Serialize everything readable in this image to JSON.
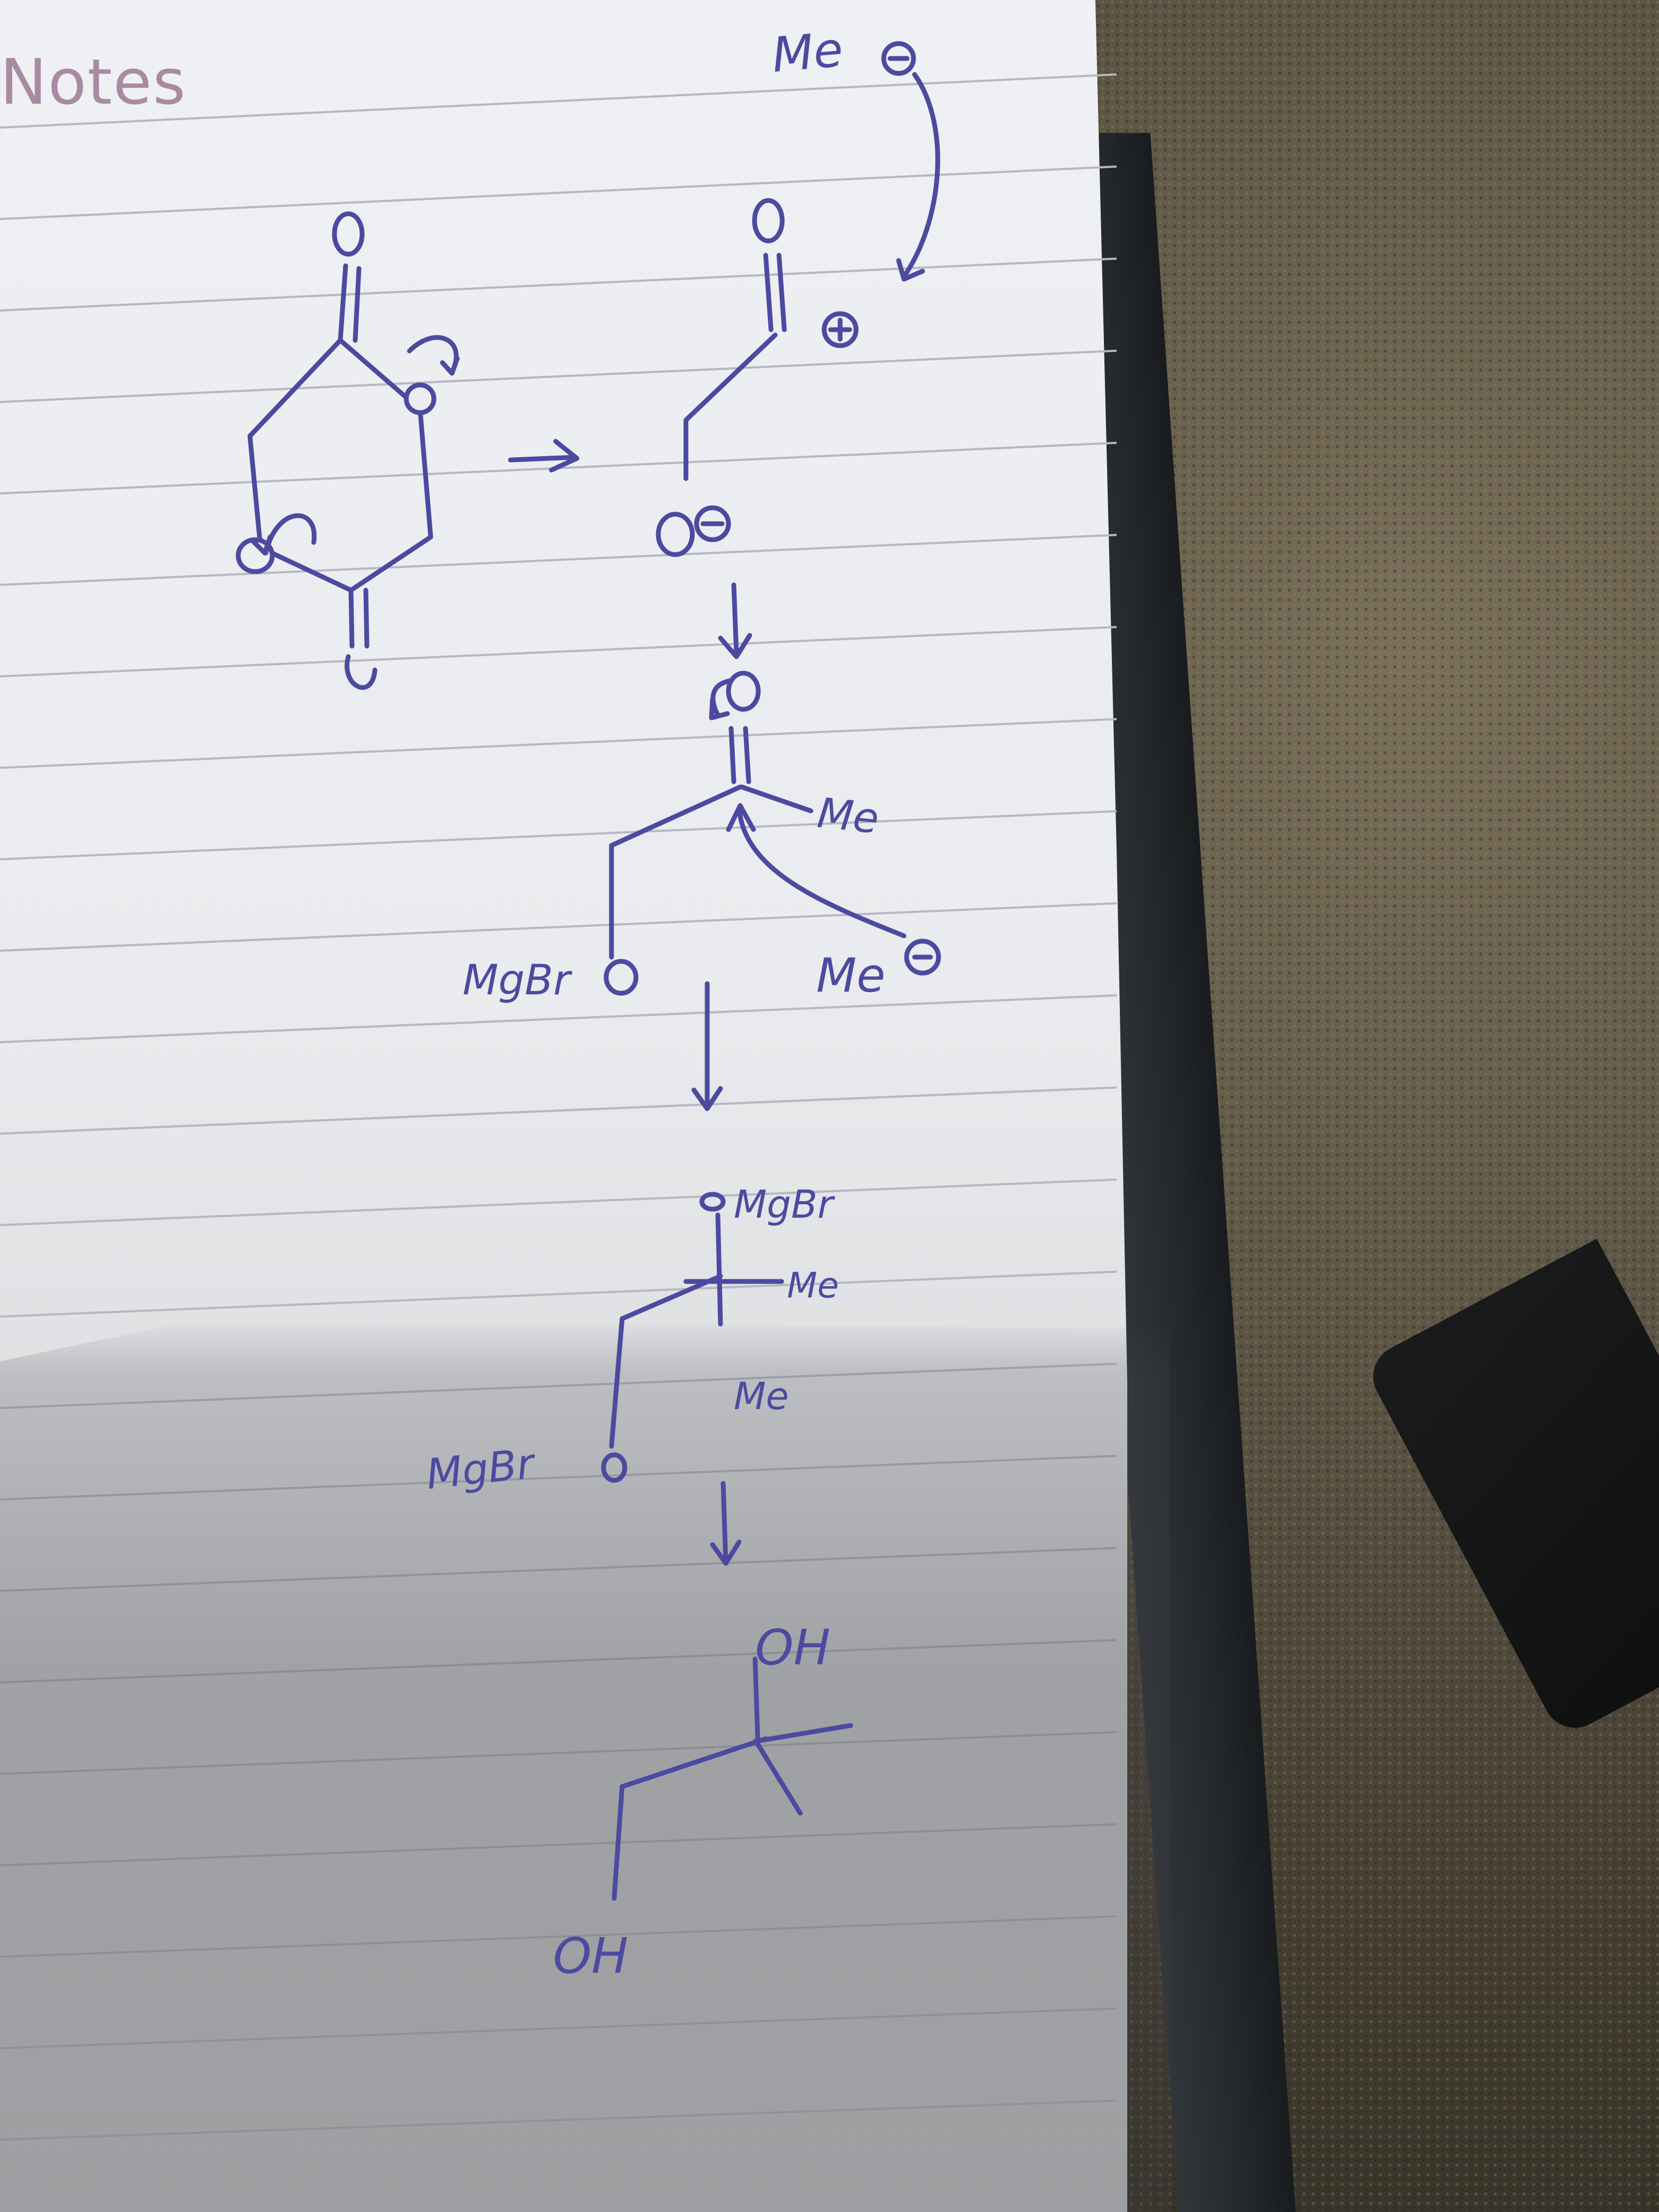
{
  "header": {
    "notes_label": "Notes"
  },
  "colors": {
    "ink": "#4c4aa0",
    "paper": "#eceef2",
    "rule_lines": "#b9b6c2",
    "notes_label": "#a88aa3",
    "fabric": "#5a5242"
  },
  "handwriting": {
    "me_anion_top": "Me",
    "me_step3": "Me",
    "mgbr_step3": "MgBr",
    "me_anion_step3": "Me",
    "mgbr_step4_top": "MgBr",
    "me_step4_right": "Me",
    "me_step4_lower": "Me",
    "mgbr_step4_left": "MgBr",
    "oh_top": "OH",
    "oh_bottom": "OH"
  }
}
